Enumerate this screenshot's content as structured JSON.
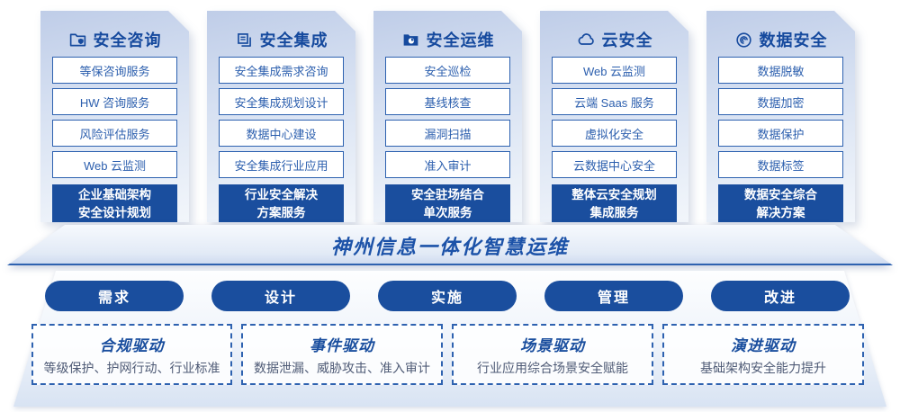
{
  "colors": {
    "primary": "#1a4e9e",
    "border": "#2e62b0",
    "item_text": "#2c5fae",
    "desc_text": "#4e5a75"
  },
  "columns": [
    {
      "icon": "folder-shield-icon",
      "title": "安全咨询",
      "items": [
        "等保咨询服务",
        "HW 咨询服务",
        "风险评估服务",
        "Web 云监测"
      ],
      "footer_lines": [
        "企业基础架构",
        "安全设计规划"
      ]
    },
    {
      "icon": "documents-icon",
      "title": "安全集成",
      "items": [
        "安全集成需求咨询",
        "安全集成规划设计",
        "数据中心建设",
        "安全集成行业应用"
      ],
      "footer_lines": [
        "行业安全解决",
        "方案服务"
      ]
    },
    {
      "icon": "folder-clock-icon",
      "title": "安全运维",
      "items": [
        "安全巡检",
        "基线核查",
        "漏洞扫描",
        "准入审计"
      ],
      "footer_lines": [
        "安全驻场结合",
        "单次服务"
      ]
    },
    {
      "icon": "cloud-icon",
      "title": "云安全",
      "items": [
        "Web 云监测",
        "云端 Saas 服务",
        "虚拟化安全",
        "云数据中心安全"
      ],
      "footer_lines": [
        "整体云安全规划",
        "集成服务"
      ]
    },
    {
      "icon": "spiral-data-icon",
      "title": "数据安全",
      "items": [
        "数据脱敏",
        "数据加密",
        "数据保护",
        "数据标签"
      ],
      "footer_lines": [
        "数据安全综合",
        "解决方案"
      ]
    }
  ],
  "banner": {
    "title": "神州信息一体化智慧运维"
  },
  "pills": [
    "需求",
    "设计",
    "实施",
    "管理",
    "改进"
  ],
  "drivers": [
    {
      "title": "合规驱动",
      "desc": "等级保护、护网行动、行业标准"
    },
    {
      "title": "事件驱动",
      "desc": "数据泄漏、威胁攻击、准入审计"
    },
    {
      "title": "场景驱动",
      "desc": "行业应用综合场景安全赋能"
    },
    {
      "title": "演进驱动",
      "desc": "基础架构安全能力提升"
    }
  ]
}
